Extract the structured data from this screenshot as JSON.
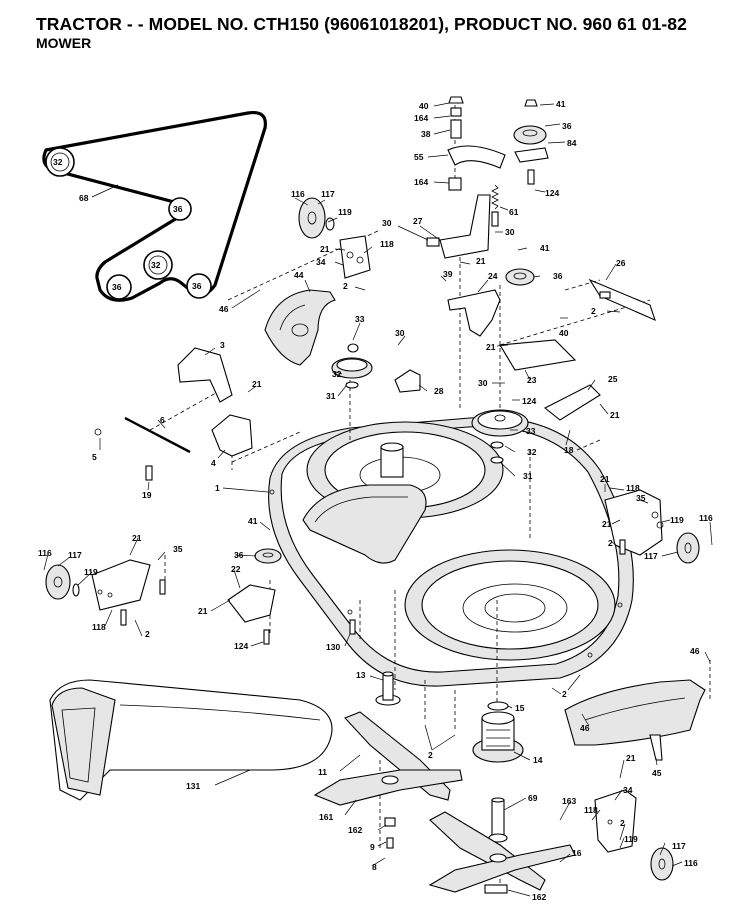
{
  "header": {
    "title": "TRACTOR - - MODEL NO. CTH150 (96061018201), PRODUCT NO. 960 61 01-82",
    "subtitle": "MOWER"
  },
  "belt_diagram": {
    "pulleys": [
      "32",
      "36",
      "32",
      "36",
      "36"
    ],
    "belt_label": "68"
  },
  "callouts": {
    "c40a": "40",
    "c164a": "164",
    "c38": "38",
    "c55": "55",
    "c164b": "164",
    "c41a": "41",
    "c36a": "36",
    "c84": "84",
    "c124a": "124",
    "c61": "61",
    "c116a": "116",
    "c117a": "117",
    "c119a": "119",
    "c21a": "21",
    "c34a": "34",
    "c118a": "118",
    "c2a": "2",
    "c30a": "30",
    "c27": "27",
    "c30b": "30",
    "c41b": "41",
    "c21b": "21",
    "c39": "39",
    "c24": "24",
    "c36b": "36",
    "c26": "26",
    "c2b": "2",
    "c44": "44",
    "c46a": "46",
    "c40b": "40",
    "c21c": "21",
    "c33a": "33",
    "c30c": "30",
    "c3": "3",
    "c23": "23",
    "c32a": "32",
    "c21d": "21",
    "c25": "25",
    "c31a": "31",
    "c28": "28",
    "c30d": "30",
    "c124b": "124",
    "c21e": "21",
    "c6": "6",
    "c33b": "33",
    "c18": "18",
    "c5": "5",
    "c4": "4",
    "c32b": "32",
    "c19": "19",
    "c31b": "31",
    "c1": "1",
    "c21f": "21",
    "c118b": "118",
    "c35a": "35",
    "c41c": "41",
    "c21g": "21",
    "c119b": "119",
    "c116b": "116",
    "c2c": "2",
    "c117b": "117",
    "c116c": "116",
    "c21h": "21",
    "c35b": "35",
    "c117c": "117",
    "c119c": "119",
    "c36c": "36",
    "c22": "22",
    "c118c": "118",
    "c2d": "2",
    "c21i": "21",
    "c124c": "124",
    "c130": "130",
    "c46b": "46",
    "c13": "13",
    "c2e": "2",
    "c15": "15",
    "c46c": "46",
    "c2f": "2",
    "c14": "14",
    "c45": "45",
    "c131": "131",
    "c11": "11",
    "c21j": "21",
    "c69": "69",
    "c34b": "34",
    "c161": "161",
    "c163": "163",
    "c118d": "118",
    "c2g": "2",
    "c162a": "162",
    "c9": "9",
    "c119d": "119",
    "c117d": "117",
    "c16": "16",
    "c8": "8",
    "c116d": "116",
    "c162b": "162"
  }
}
